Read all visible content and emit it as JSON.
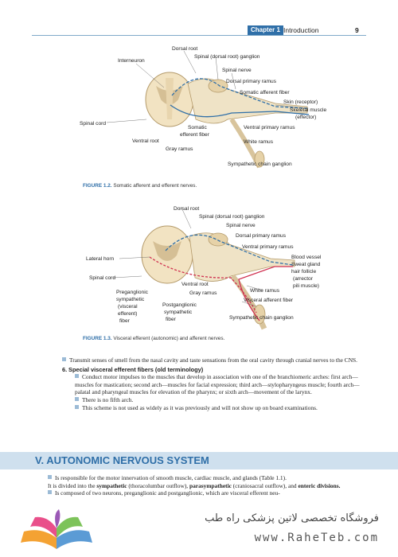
{
  "header": {
    "chapter_label": "Chapter 1",
    "title": "Introduction",
    "page_number": "9"
  },
  "figure1": {
    "labels": {
      "dorsal_root": "Dorsal root",
      "interneuron": "Interneuron",
      "spinal_ganglion": "Spinal (dorsal root) ganglion",
      "spinal_nerve": "Spinal nerve",
      "dorsal_ramus": "Dorsal primary ramus",
      "somatic_afferent": "Somatic afferent fiber",
      "skin": "Skin (receptor)",
      "skeletal_muscle": "Skeletal muscle",
      "effector": "(effector)",
      "spinal_cord": "Spinal cord",
      "somatic_efferent_1": "Somatic",
      "somatic_efferent_2": "efferent fiber",
      "ventral_root": "Ventral root",
      "ventral_ramus": "Ventral primary ramus",
      "gray_ramus": "Gray ramus",
      "white_ramus": "White ramus",
      "chain_ganglion": "Sympathetic chain ganglion"
    },
    "caption_label": "FIGURE 1.2.",
    "caption_text": "Somatic afferent and efferent nerves."
  },
  "figure2": {
    "labels": {
      "dorsal_root": "Dorsal root",
      "spinal_ganglion": "Spinal (dorsal root) ganglion",
      "spinal_nerve": "Spinal nerve",
      "dorsal_ramus": "Dorsal primary ramus",
      "ventral_ramus": "Ventral primary ramus",
      "lateral_horn": "Lateral horn",
      "blood_vessel": "Blood vessel",
      "sweat_gland": "Sweat gland",
      "hair_follicle": "hair follicle",
      "arrector": "(arrector",
      "pili": "pili muscle)",
      "spinal_cord": "Spinal cord",
      "ventral_root": "Ventral root",
      "white_ramus": "White ramus",
      "gray_ramus": "Gray ramus",
      "pre_1": "Preganglionic",
      "pre_2": "sympathetic",
      "pre_3": "(visceral",
      "pre_4": "efferent)",
      "pre_5": "fiber",
      "post_1": "Postganglionic",
      "post_2": "sympathetic",
      "post_3": "fiber",
      "visceral_afferent": "Visceral afferent fiber",
      "chain_ganglion": "Sympathetic chain ganglion"
    },
    "caption_label": "FIGURE 1.3.",
    "caption_text": "Visceral efferent (autonomic) and afferent nerves."
  },
  "body": {
    "bullet1": "Transmit senses of smell from the nasal cavity and taste sensations from the oral cavity through cranial nerves to the CNS.",
    "heading_num": "6.",
    "heading": "Special visceral efferent fibers (old terminology)",
    "sub1": "Conduct motor impulses to the muscles that develop in association with one of the branchiomeric arches: first arch—muscles for mastication; second arch—muscles for facial expression; third arch—stylopharyngeus muscle; fourth arch—palatal and pharyngeal muscles for elevation of the pharynx; or sixth arch—movement of the larynx.",
    "sub2": "There is no fifth arch.",
    "sub3": "This scheme is not used as widely as it was previously and will not show up on board examinations."
  },
  "section": {
    "title": "V. AUTONOMIC NERVOUS SYSTEM"
  },
  "autonomic": {
    "b1_a": "Is responsible for the motor innervation of smooth muscle, cardiac muscle, and glands (Table 1.1).",
    "b1_b": "It is divided into the ",
    "sympathetic": "sympathetic",
    "b1_c": " (thoracolumbar outflow), ",
    "parasympathetic": "parasympathetic",
    "b1_d": " (craniosacral outflow), and ",
    "enteric": "enteric divisions.",
    "b2": "Is composed of two neurons, preganglionic and postganglionic, which are visceral efferent neu-"
  },
  "footer": {
    "store_name": "فروشگاه تخصصی لاتین پزشکی راه طب",
    "website": "www.RaheTeb.com"
  },
  "colors": {
    "accent": "#2f6fa8",
    "band": "#cfe0ee",
    "afferent": "#2f6fa8",
    "efferent": "#d03050"
  }
}
